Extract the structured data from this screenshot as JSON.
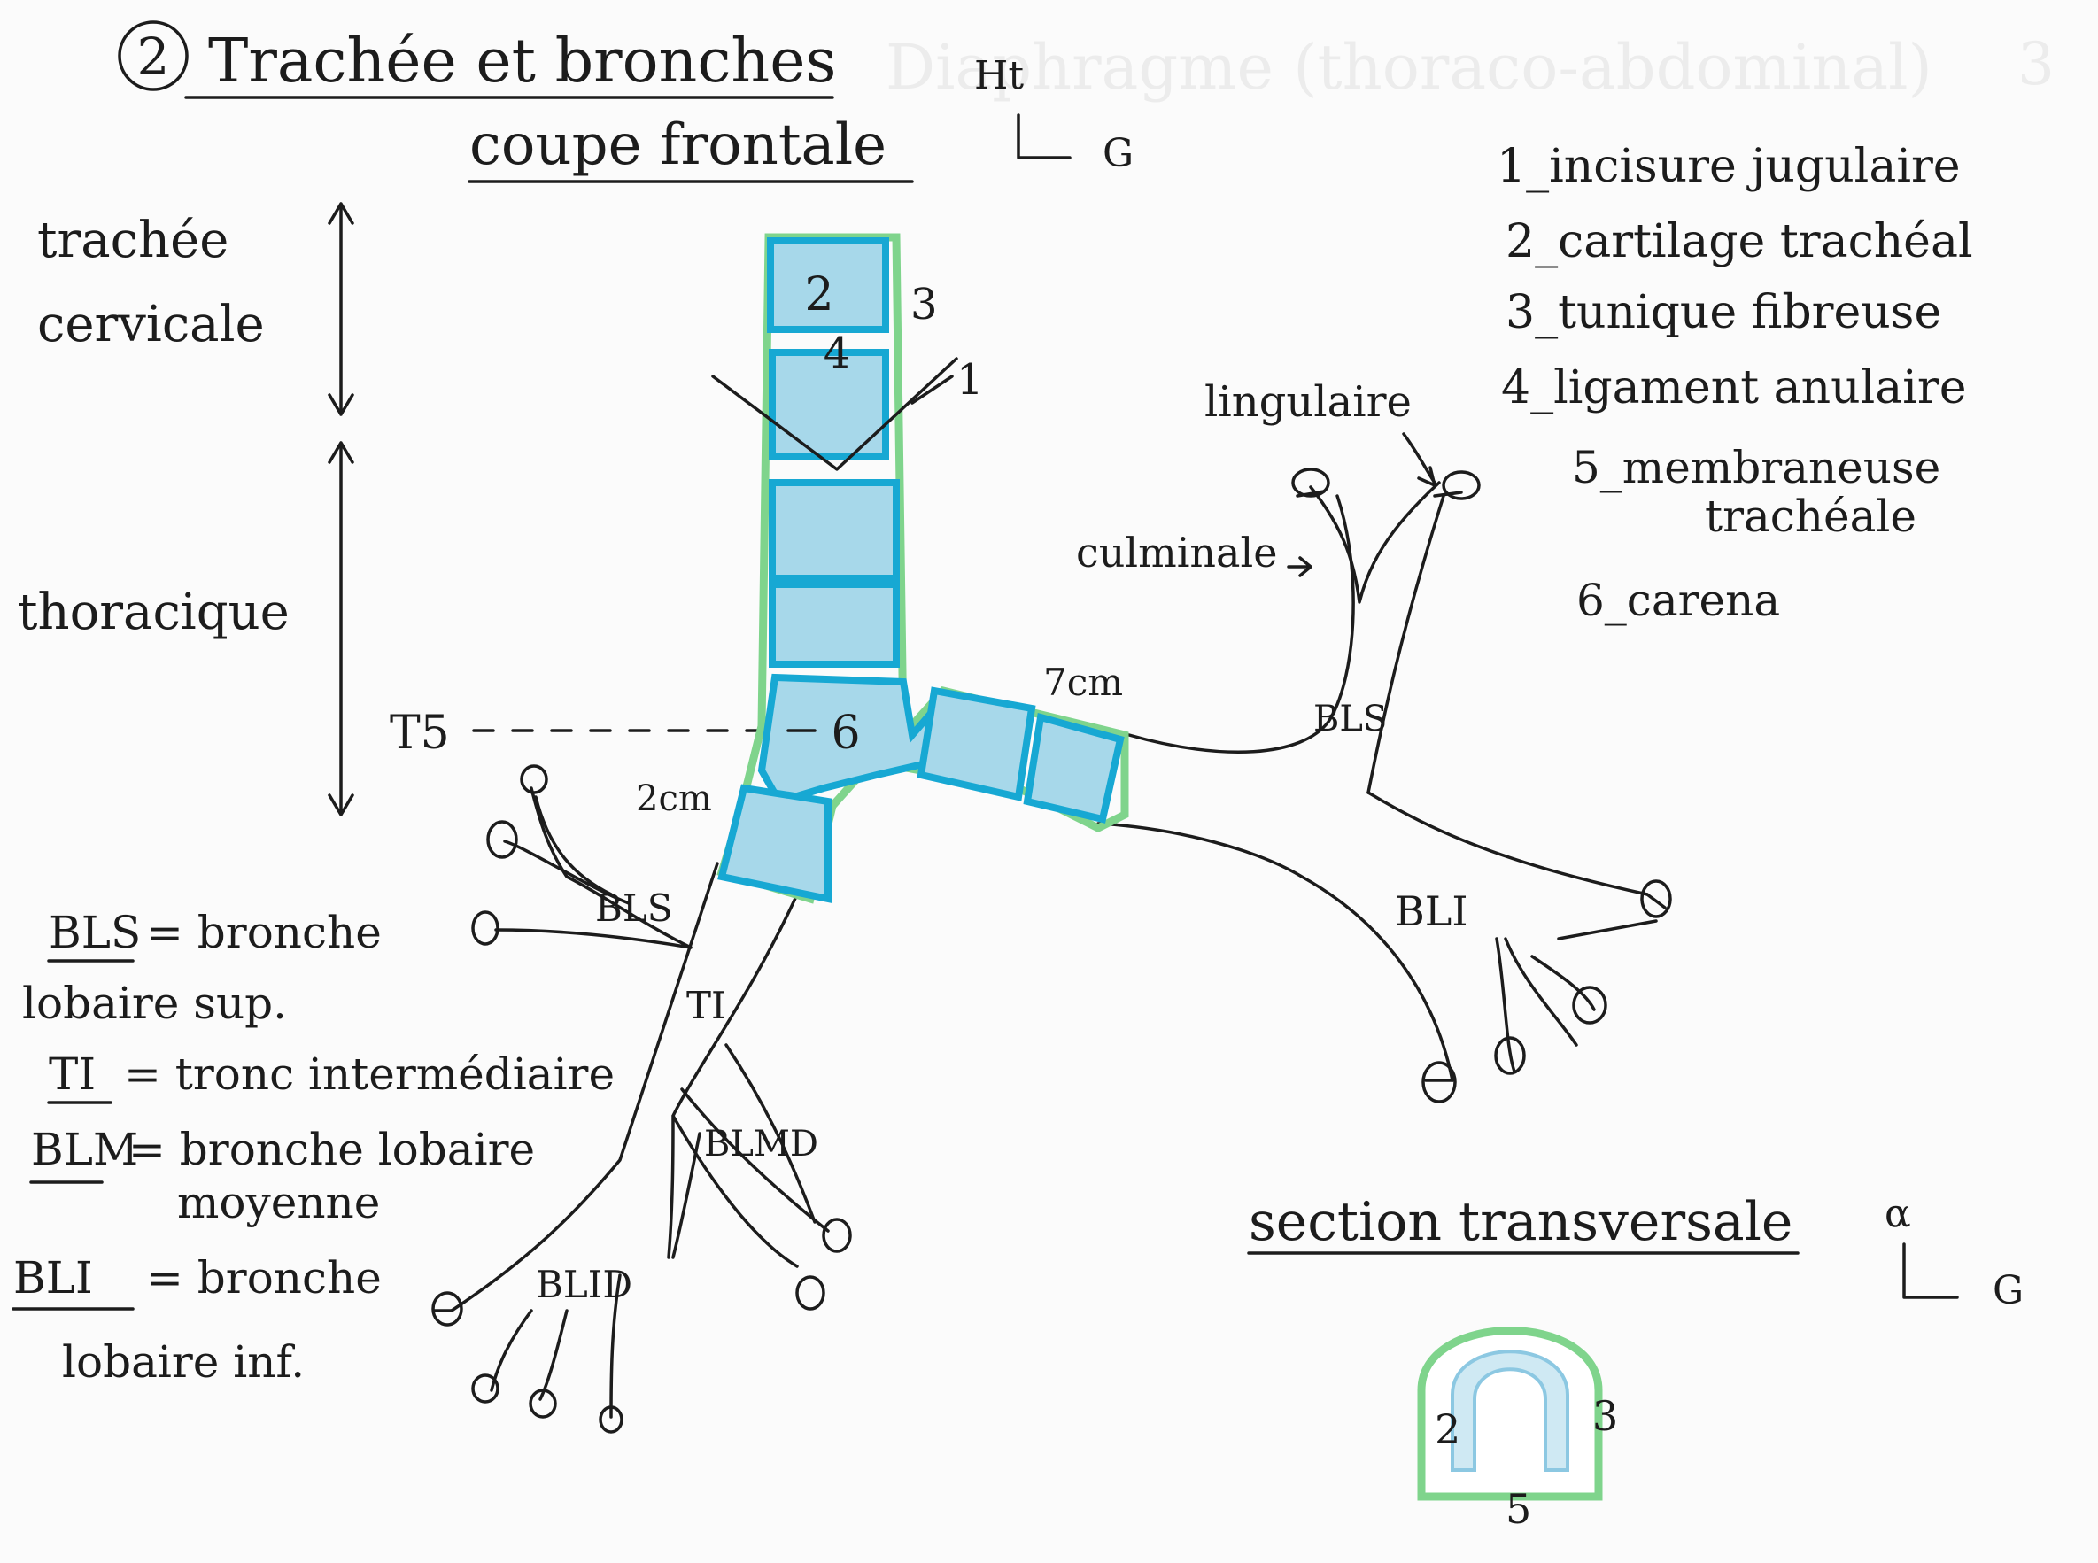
{
  "heading": {
    "number": "2",
    "title": "Trachée et bronches",
    "subtitle": "coupe frontale",
    "orientation_up": "Ht",
    "orientation_left": "G"
  },
  "background_ghost_text": {
    "number": "3",
    "text": "Diaphragme (thoraco-abdominal)"
  },
  "left_labels": {
    "cervical": [
      "trachée",
      "cervicale"
    ],
    "thoracic": "thoracique",
    "vertebra": "T5"
  },
  "legend": [
    "1_incisure jugulaire",
    "2_cartilage trachéal",
    "3_tunique fibreuse",
    "4_ligament anulaire",
    "5_membraneuse",
    "trachéale",
    "6_carena"
  ],
  "diagram_labels": {
    "n1": "1",
    "n2": "2",
    "n3": "3",
    "n4": "4",
    "n6": "6",
    "right_main_length": "2cm",
    "left_main_length": "7cm",
    "lingulaire": "lingulaire",
    "culminale": "culminale",
    "bls_left": "BLS",
    "bli_left": "BLI",
    "bls_right": "BLS",
    "ti": "TI",
    "blmd": "BLMD",
    "blid": "BLID"
  },
  "abbreviations": [
    {
      "abbr": "BLS",
      "text": "= bronche",
      "text2": "lobaire sup."
    },
    {
      "abbr": "TI",
      "text": "= tronc intermédiaire"
    },
    {
      "abbr": "BLM",
      "text": "= bronche lobaire",
      "text2": "moyenne"
    },
    {
      "abbr": "BLI",
      "text": "= bronche",
      "text2": "lobaire inf."
    }
  ],
  "section": {
    "title": "section transversale",
    "orientation_up": "α",
    "orientation_left": "G",
    "n2": "2",
    "n3": "3",
    "n5": "5"
  },
  "colors": {
    "ink": "#1c1c1c",
    "cartilage_fill": "#a7d8ea",
    "cartilage_outline": "#17a8d3",
    "fibrous_tunic": "#7fd48c"
  }
}
